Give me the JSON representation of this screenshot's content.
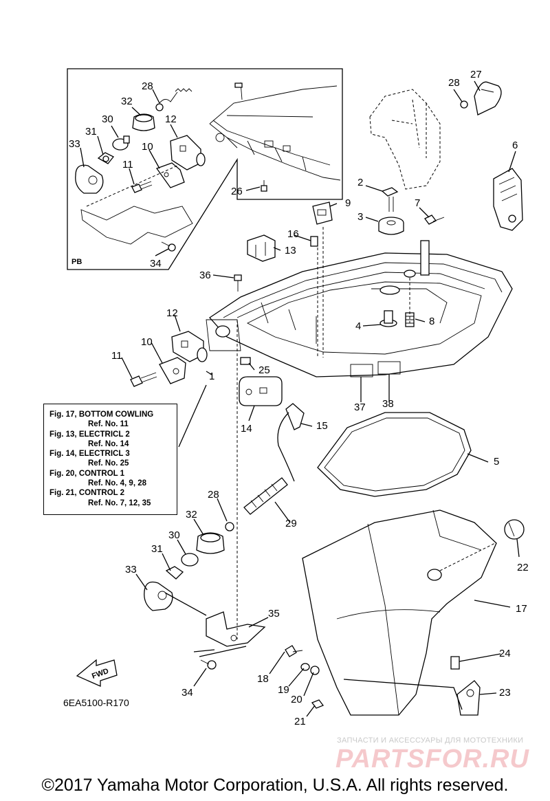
{
  "diagram": {
    "code": "6EA5100-R170",
    "inset_label": "PB",
    "fwd_label": "FWD",
    "copyright": "©2017 Yamaha Motor Corporation, U.S.A. All rights reserved.",
    "watermark_top": "ЗАПЧАСТИ И АКСЕССУАРЫ ДЛЯ МОТОТЕХНИКИ",
    "watermark_logo": "PARTSFOR.RU"
  },
  "references": [
    {
      "fig": "Fig. 17, BOTTOM COWLING",
      "ref": "Ref. No. 11"
    },
    {
      "fig": "Fig. 13, ELECTRICL 2",
      "ref": "Ref. No. 14"
    },
    {
      "fig": "Fig. 14, ELECTRICL 3",
      "ref": "Ref. No. 25"
    },
    {
      "fig": "Fig. 20, CONTROL 1",
      "ref": "Ref. No. 4, 9, 28"
    },
    {
      "fig": "Fig. 21, CONTROL 2",
      "ref": "Ref. No. 7, 12, 35"
    }
  ],
  "callouts": [
    "1",
    "3",
    "4",
    "5",
    "6",
    "7",
    "8",
    "9",
    "10",
    "11",
    "12",
    "13",
    "14",
    "15",
    "16",
    "17",
    "18",
    "19",
    "20",
    "21",
    "22",
    "23",
    "24",
    "25",
    "26",
    "27",
    "28",
    "29",
    "30",
    "31",
    "32",
    "33",
    "34",
    "35",
    "36",
    "37",
    "38",
    "2"
  ]
}
